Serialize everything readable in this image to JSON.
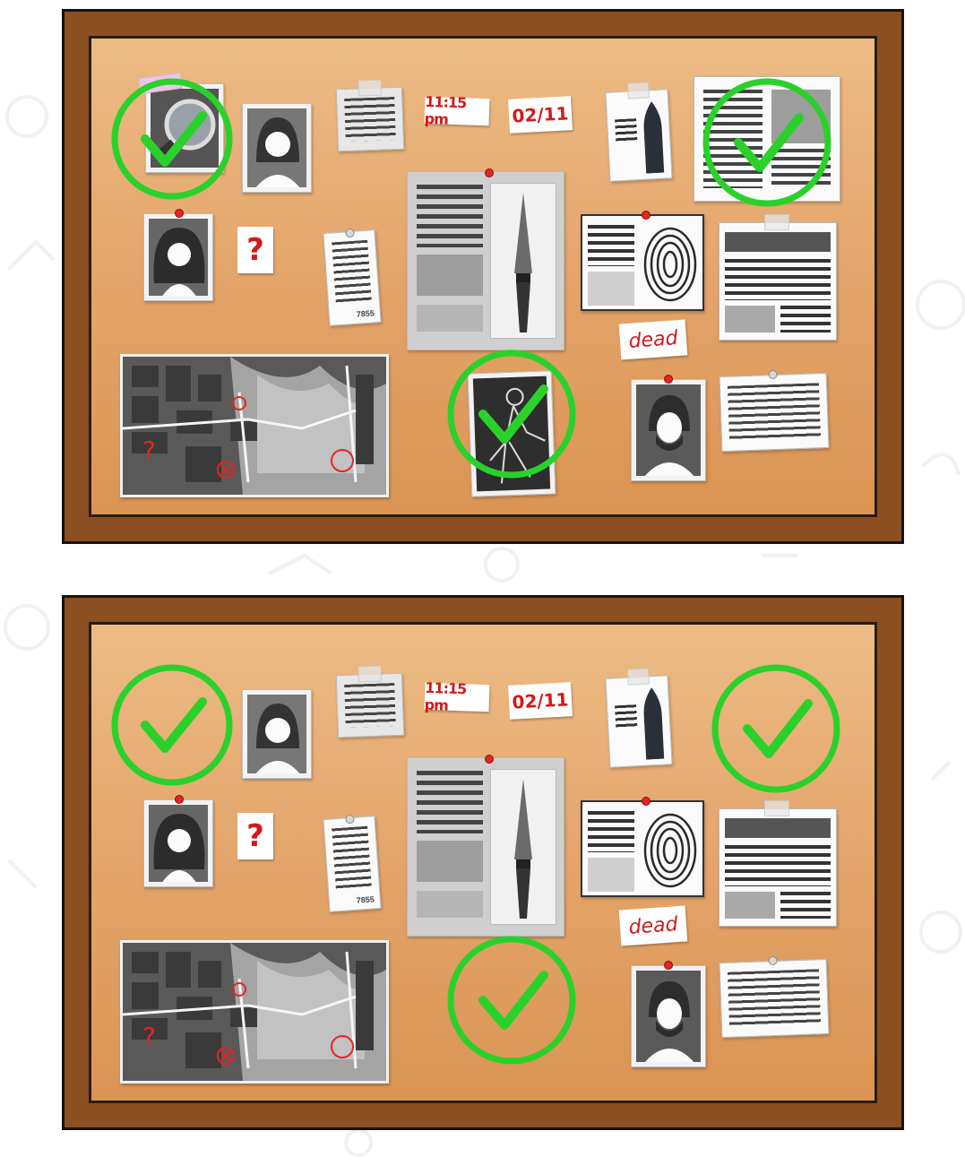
{
  "colors": {
    "page_background": "#ffffff",
    "frame": "#8b4f22",
    "cork_top": "#ecbb85",
    "cork_bottom": "#da9453",
    "found_mark": "#2bd12b",
    "pin": "#e52424",
    "ink_red": "#d11a1a"
  },
  "boards": [
    {
      "id": "top",
      "labels": {
        "time": "11:15 pm",
        "date": "02/11",
        "question": "?",
        "dead": "dead",
        "map_question": "?",
        "receipt_number": "7855"
      },
      "found_marks": [
        "magnifier-photo",
        "newspaper-clipping",
        "body-outline-photo"
      ]
    },
    {
      "id": "bottom",
      "labels": {
        "time": "11:15 pm",
        "date": "02/11",
        "question": "?",
        "dead": "dead",
        "map_question": "?",
        "receipt_number": "7855"
      },
      "found_marks": [
        "missing-photo",
        "missing-newspaper",
        "missing-body-photo"
      ]
    }
  ],
  "icons": [
    "check-circle-icon",
    "fingerprint-icon",
    "bullet-icon",
    "knife-icon",
    "magnifier-icon",
    "body-outline-icon",
    "portrait-icon"
  ]
}
